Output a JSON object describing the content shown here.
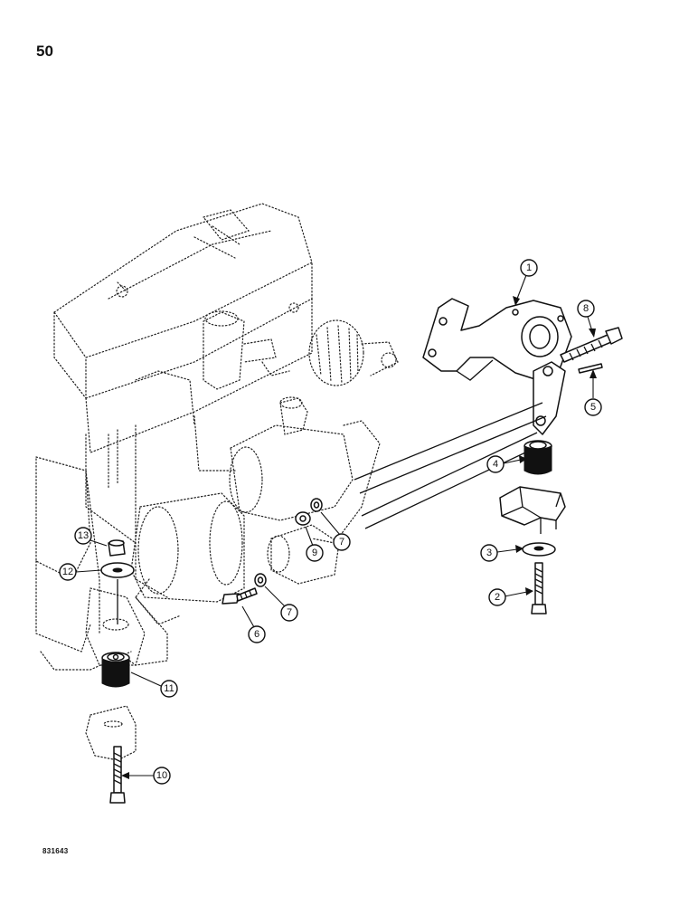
{
  "page": {
    "number": "50",
    "figure_code": "831643"
  },
  "callouts": [
    {
      "id": "c1",
      "label": "1"
    },
    {
      "id": "c2",
      "label": "2"
    },
    {
      "id": "c3",
      "label": "3"
    },
    {
      "id": "c4",
      "label": "4"
    },
    {
      "id": "c5",
      "label": "5"
    },
    {
      "id": "c6",
      "label": "6"
    },
    {
      "id": "c7a",
      "label": "7"
    },
    {
      "id": "c7b",
      "label": "7"
    },
    {
      "id": "c8",
      "label": "8"
    },
    {
      "id": "c9",
      "label": "9"
    },
    {
      "id": "c10",
      "label": "10"
    },
    {
      "id": "c11",
      "label": "11"
    },
    {
      "id": "c12",
      "label": "12"
    },
    {
      "id": "c13",
      "label": "13"
    }
  ]
}
